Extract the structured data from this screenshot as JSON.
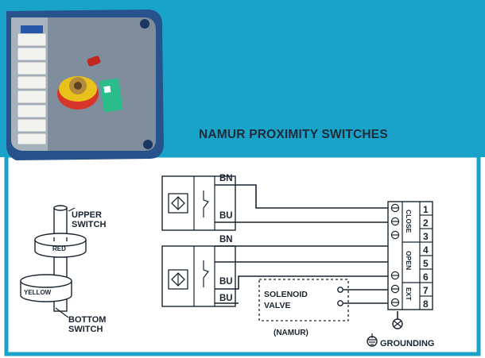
{
  "header": {
    "title": "NAMUR PROXIMITY SWITCHES",
    "band_color": "#1aa3c8"
  },
  "cam_assembly": {
    "upper_switch_line1": "UPPER",
    "upper_switch_line2": "SWITCH",
    "red_cam_label": "RED",
    "yellow_cam_label": "YELLOW",
    "bottom_switch_line1": "BOTTOM",
    "bottom_switch_line2": "SWITCH"
  },
  "sensors": {
    "upper": {
      "wire_top": "BN",
      "wire_bottom": "BU"
    },
    "lower": {
      "wire_top": "BN",
      "wire_bottom_1": "BU",
      "wire_bottom_2": "BU"
    }
  },
  "terminal_block": {
    "numbers": [
      "1",
      "2",
      "3",
      "4",
      "5",
      "6",
      "7",
      "8"
    ],
    "close_label": "CLOSE",
    "open_label": "OPEN",
    "ext_label": "EXT"
  },
  "solenoid": {
    "line1": "SOLENOID",
    "line2": "VALVE",
    "caption": "(NAMUR)"
  },
  "grounding": {
    "label": "GROUNDING"
  }
}
